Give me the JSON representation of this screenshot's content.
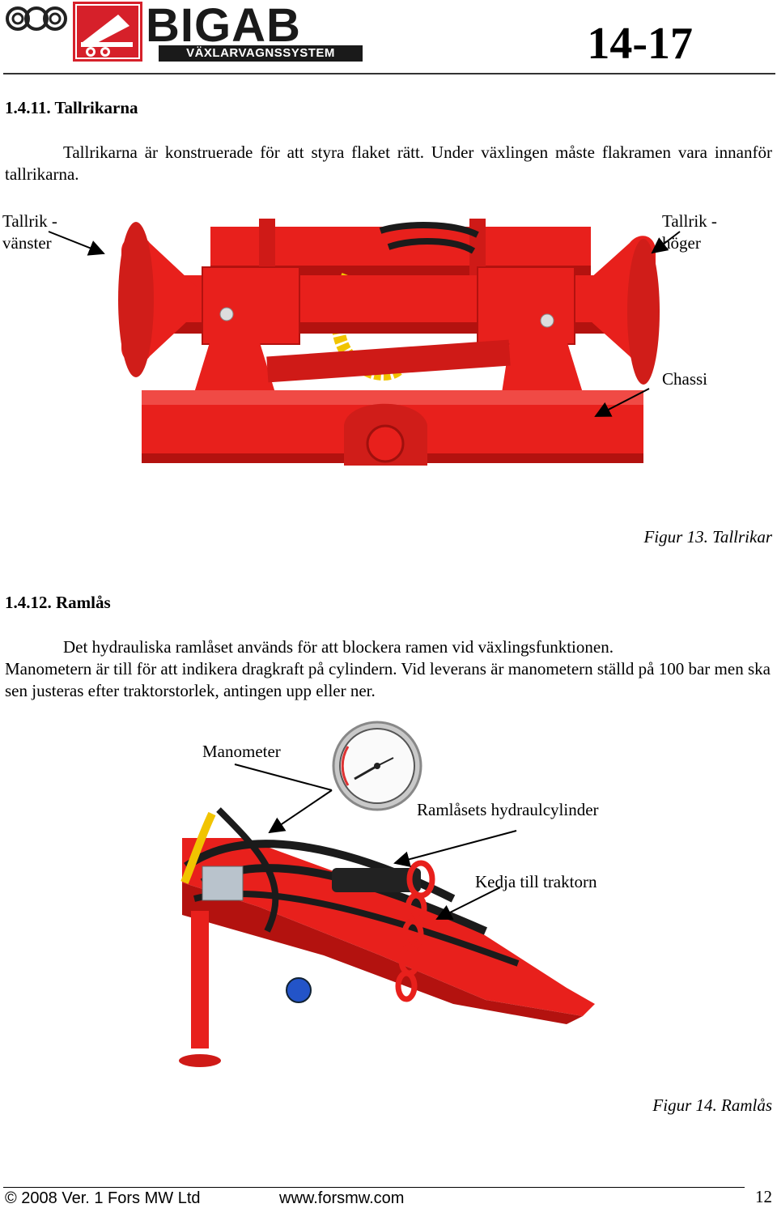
{
  "header": {
    "brand": "BIGAB",
    "brand_subtitle": "VÄXLARVAGNSSYSTEM",
    "doc_code": "14-17"
  },
  "section1": {
    "heading": "1.4.11. Tallrikarna",
    "text": "Tallrikarna är konstruerade för att styra flaket rätt. Under växlingen måste flakramen vara innanför tallrikarna.",
    "label_left_1": "Tallrik -",
    "label_left_2": "vänster",
    "label_right_1": "Tallrik -",
    "label_right_2": "höger",
    "label_chassi": "Chassi",
    "caption": "Figur 13. Tallrikar"
  },
  "section2": {
    "heading": "1.4.12. Ramlås",
    "text_line1": "Det hydrauliska ramlåset används för att blockera ramen vid växlingsfunktionen.",
    "text_rest": "Manometern är till för att indikera dragkraft på cylindern. Vid leverans är manometern ställd på 100 bar men ska sen justeras efter traktorstorlek, antingen upp eller ner.",
    "label_manometer": "Manometer",
    "label_cylinder": "Ramlåsets hydraulcylinder",
    "label_chain": "Kedja till traktorn",
    "caption": "Figur 14. Ramlås"
  },
  "footer": {
    "copyright": "© 2008 Ver. 1 Fors MW Ltd",
    "website": "www.forsmw.com",
    "page_number": "12"
  },
  "colors": {
    "machine_red": "#e8201c",
    "machine_dark_red": "#b3120f",
    "hose_black": "#1b1b1b",
    "hose_yellow": "#f1c400"
  }
}
